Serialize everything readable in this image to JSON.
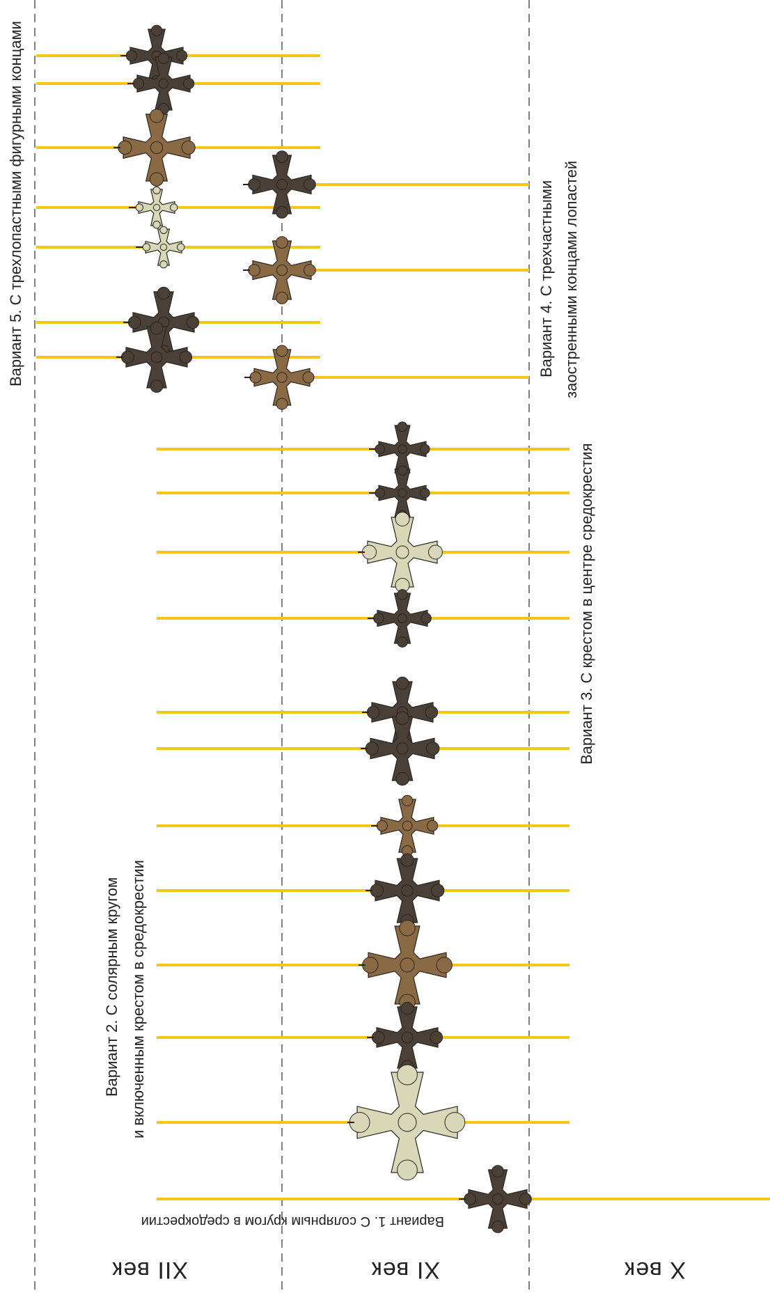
{
  "centuries": [
    "XII век",
    "XI век",
    "X век"
  ],
  "variants": {
    "v1": "Вариант 1. С солярным кругом в средокрестии",
    "v2_line1": "Вариант 2. С солярным кругом",
    "v2_line2": "и  включенным  крестом  в  средокрестии",
    "v3": "Вариант 3. С крестом в центре средокрестия",
    "v4_line1": "Вариант 4. С трехчастными",
    "v4_line2": "заостренными концами лопастей",
    "v5": "Вариант 5. С трехлопастными фигурными концами"
  },
  "colors": {
    "timeline": "#f5c518",
    "divider": "#555555",
    "cross_dark": "#4a4038",
    "cross_bronze": "#8a6a45",
    "cross_pale": "#d8d8b8"
  },
  "crosses": [
    {
      "variant": 5,
      "start": "XII век",
      "end": "XII век",
      "tone": "dark"
    },
    {
      "variant": 5,
      "start": "XII век",
      "end": "XII век",
      "tone": "dark"
    },
    {
      "variant": 5,
      "start": "XII век",
      "end": "XII век",
      "tone": "bronze"
    },
    {
      "variant": 4,
      "start": "XI век",
      "end": "XII век",
      "tone": "dark"
    },
    {
      "variant": 5,
      "start": "XII век",
      "end": "XII век",
      "tone": "pale"
    },
    {
      "variant": 5,
      "start": "XII век",
      "end": "XII век",
      "tone": "pale"
    },
    {
      "variant": 4,
      "start": "XI век",
      "end": "XII век",
      "tone": "bronze"
    },
    {
      "variant": 5,
      "start": "XII век",
      "end": "XII век",
      "tone": "dark"
    },
    {
      "variant": 5,
      "start": "XII век",
      "end": "XII век",
      "tone": "dark"
    },
    {
      "variant": 4,
      "start": "XI век",
      "end": "XII век",
      "tone": "bronze"
    },
    {
      "variant": 3,
      "start": "XI век",
      "end": "XII век",
      "tone": "dark"
    },
    {
      "variant": 3,
      "start": "XI век",
      "end": "XII век",
      "tone": "dark"
    },
    {
      "variant": 3,
      "start": "XI век",
      "end": "XII век",
      "tone": "pale"
    },
    {
      "variant": 3,
      "start": "XI век",
      "end": "XII век",
      "tone": "dark"
    },
    {
      "variant": 3,
      "start": "XI век",
      "end": "XII век",
      "tone": "dark"
    },
    {
      "variant": 3,
      "start": "XI век",
      "end": "XII век",
      "tone": "dark"
    },
    {
      "variant": 2,
      "start": "XI век",
      "end": "XII век",
      "tone": "bronze"
    },
    {
      "variant": 2,
      "start": "XI век",
      "end": "XII век",
      "tone": "dark"
    },
    {
      "variant": 2,
      "start": "XI век",
      "end": "XII век",
      "tone": "bronze"
    },
    {
      "variant": 2,
      "start": "XI век",
      "end": "XII век",
      "tone": "dark"
    },
    {
      "variant": 2,
      "start": "XI век",
      "end": "XII век",
      "tone": "pale"
    },
    {
      "variant": 1,
      "start": "X век",
      "end": "XII век",
      "tone": "dark"
    }
  ]
}
